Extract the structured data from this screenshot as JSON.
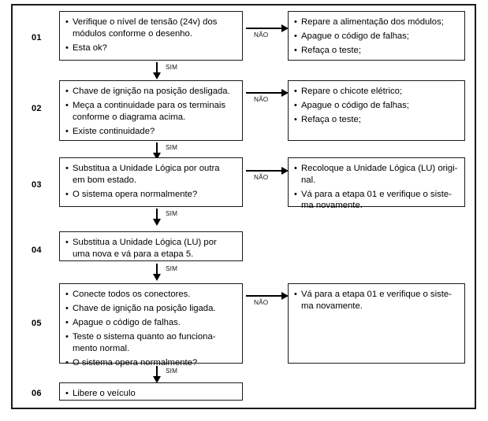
{
  "diagram": {
    "title": "Fluxograma de diagnostico - etapas 01 a 06",
    "yes_label": "SIM",
    "no_label": "NÃO",
    "steps": [
      {
        "number": "01",
        "main": [
          "Verifique o nível de tensão (24v) dos\nmódulos conforme o desenho.",
          "Esta ok?"
        ],
        "branch": [
          "Repare a alimentação dos módulos;",
          "Apague o código de falhas;",
          "Refaça o teste;"
        ]
      },
      {
        "number": "02",
        "main": [
          "Chave de ignição na posição desligada.",
          "Meça a continuidade para os terminais\nconforme o diagrama acima.",
          "Existe continuidade?"
        ],
        "branch": [
          "Repare o chicote elétrico;",
          "Apague o código de falhas;",
          "Refaça o teste;"
        ]
      },
      {
        "number": "03",
        "main": [
          "Substitua a Unidade Lógica por outra\nem bom estado.",
          "O sistema opera normalmente?"
        ],
        "branch": [
          "Recoloque a Unidade Lógica (LU) origi-\nnal.",
          "Vá para a etapa 01 e verifique o siste-\nma novamente."
        ]
      },
      {
        "number": "04",
        "main": [
          "Substitua a Unidade Lógica (LU) por\numa nova e vá para a etapa 5."
        ],
        "branch": []
      },
      {
        "number": "05",
        "main": [
          "Conecte todos os conectores.",
          "Chave de ignição na posição ligada.",
          "Apague o código de falhas.",
          "Teste o sistema quanto ao funciona-\nmento normal.",
          "O sistema opera normalmente?"
        ],
        "branch": [
          "Vá para a etapa 01 e verifique o siste-\nma novamente."
        ]
      },
      {
        "number": "06",
        "main": [
          "Libere o veículo"
        ],
        "branch": []
      }
    ]
  }
}
